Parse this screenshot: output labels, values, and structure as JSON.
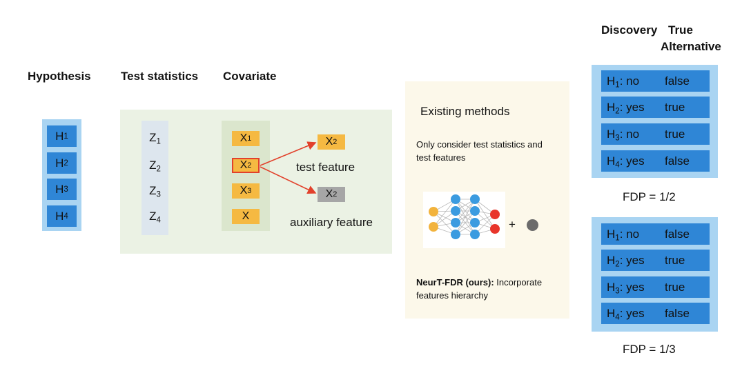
{
  "headers": {
    "hypothesis": "Hypothesis",
    "test_statistics": "Test statistics",
    "covariate": "Covariate",
    "discovery": "Discovery",
    "true_alternative": [
      "True",
      "Alternative"
    ]
  },
  "hypotheses": [
    {
      "base": "H",
      "sub": "1"
    },
    {
      "base": "H",
      "sub": "2"
    },
    {
      "base": "H",
      "sub": "3"
    },
    {
      "base": "H",
      "sub": "4"
    }
  ],
  "test_statistics": [
    {
      "base": "Z",
      "sub": "1"
    },
    {
      "base": "Z",
      "sub": "2"
    },
    {
      "base": "Z",
      "sub": "3"
    },
    {
      "base": "Z",
      "sub": "4"
    }
  ],
  "covariates": [
    {
      "base": "X",
      "sub": "1"
    },
    {
      "base": "X",
      "sub": "2"
    },
    {
      "base": "X",
      "sub": "3"
    },
    {
      "base": "X",
      "sub": ""
    }
  ],
  "test_feature": {
    "base": "X",
    "sub": "2",
    "label": "test feature"
  },
  "auxiliary_feature": {
    "base": "X",
    "sub": "2",
    "label": "auxiliary feature"
  },
  "existing": {
    "title": "Existing methods",
    "desc": [
      "Only consider test statistics and",
      "test features"
    ]
  },
  "ours": {
    "bold": "NeurT-FDR (ours):",
    "rest": " Incorporate",
    "line2": "features hierarchy",
    "plus": "+"
  },
  "tables": [
    {
      "rows": [
        {
          "h": "H",
          "sub": "1",
          "disc": "no",
          "truth": "false"
        },
        {
          "h": "H",
          "sub": "2",
          "disc": "yes",
          "truth": "true"
        },
        {
          "h": "H",
          "sub": "3",
          "disc": "no",
          "truth": "true"
        },
        {
          "h": "H",
          "sub": "4",
          "disc": "yes",
          "truth": "false"
        }
      ],
      "fdp": "FDP = 1/2"
    },
    {
      "rows": [
        {
          "h": "H",
          "sub": "1",
          "disc": "no",
          "truth": "false"
        },
        {
          "h": "H",
          "sub": "2",
          "disc": "yes",
          "truth": "true"
        },
        {
          "h": "H",
          "sub": "3",
          "disc": "yes",
          "truth": "true"
        },
        {
          "h": "H",
          "sub": "4",
          "disc": "yes",
          "truth": "false"
        }
      ],
      "fdp": "FDP = 1/3"
    }
  ],
  "colors": {
    "blue_box": "#2f86d6",
    "light_blue_panel": "#a9d4f2",
    "orange": "#f5b942",
    "gray_feature": "#a6a6a6",
    "red_arrow": "#e2412b",
    "green_panel": "#ebf2e4",
    "beige_panel": "#fcf8ea",
    "node_yellow": "#f2b33d",
    "node_blue": "#3b9be0",
    "node_red": "#e8352b",
    "node_gray": "#6b6b6b"
  }
}
